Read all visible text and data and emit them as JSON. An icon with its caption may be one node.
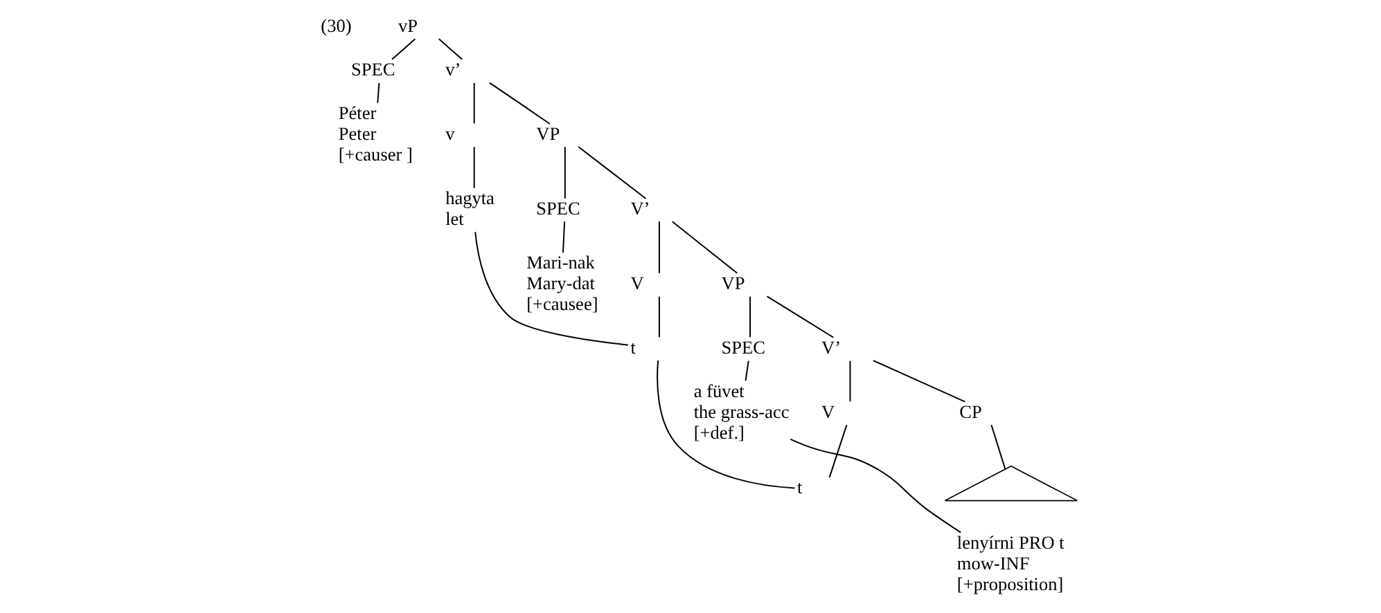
{
  "diagram": {
    "nodes": [
      {
        "text": [
          "vP"
        ]
      },
      {
        "text": [
          "SPEC"
        ]
      },
      {
        "text": [
          "Péter",
          "Peter",
          "[+causer ]"
        ]
      },
      {
        "text": [
          "v’"
        ]
      },
      {
        "text": [
          "v"
        ]
      },
      {
        "text": [
          "hagyta",
          "let"
        ]
      },
      {
        "text": [
          "VP"
        ]
      },
      {
        "text": [
          "SPEC"
        ]
      },
      {
        "text": [
          "Mari-nak",
          "Mary-dat",
          "[+causee]"
        ]
      },
      {
        "text": [
          "V’"
        ]
      },
      {
        "text": [
          "V"
        ]
      },
      {
        "text": [
          "t"
        ]
      },
      {
        "text": [
          "VP"
        ]
      },
      {
        "text": [
          "SPEC"
        ]
      },
      {
        "text": [
          "a füvet",
          "the grass-acc",
          "[+def.]"
        ]
      },
      {
        "text": [
          "V’"
        ]
      },
      {
        "text": [
          "V"
        ]
      },
      {
        "text": [
          "t"
        ]
      },
      {
        "text": [
          "CP"
        ]
      },
      {
        "text": [],
        "shape": "triangle"
      },
      {
        "text": [
          "lenyírni PRO t",
          "mow-INF",
          "[+proposition]"
        ]
      }
    ],
    "edges": [
      {
        "from": 0,
        "to": 1,
        "arrow": "none"
      },
      {
        "from": 1,
        "to": 2,
        "arrow": "none"
      },
      {
        "from": 0,
        "to": 3,
        "arrow": "none"
      },
      {
        "from": 3,
        "to": 4,
        "arrow": "none"
      },
      {
        "from": 4,
        "to": 5,
        "arrow": "none"
      },
      {
        "from": 3,
        "to": 6,
        "arrow": "none"
      },
      {
        "from": 6,
        "to": 7,
        "arrow": "none"
      },
      {
        "from": 7,
        "to": 8,
        "arrow": "none"
      },
      {
        "from": 6,
        "to": 9,
        "arrow": "none"
      },
      {
        "from": 9,
        "to": 10,
        "arrow": "none"
      },
      {
        "from": 10,
        "to": 11,
        "arrow": "none"
      },
      {
        "from": 9,
        "to": 12,
        "arrow": "none"
      },
      {
        "from": 12,
        "to": 13,
        "arrow": "none"
      },
      {
        "from": 13,
        "to": 14,
        "arrow": "none"
      },
      {
        "from": 12,
        "to": 15,
        "arrow": "none"
      },
      {
        "from": 15,
        "to": 16,
        "arrow": "none"
      },
      {
        "from": 16,
        "to": 17,
        "arrow": "none"
      },
      {
        "from": 15,
        "to": 18,
        "arrow": "none"
      },
      {
        "from": 18,
        "to": 19,
        "arrow": "none"
      },
      {
        "from": 5,
        "to": 11,
        "arrow": "none"
      },
      {
        "from": 11,
        "to": 17,
        "arrow": "none"
      },
      {
        "from": 14,
        "to": 20,
        "arrow": "none"
      }
    ],
    "labels": [
      "(30)"
    ]
  }
}
